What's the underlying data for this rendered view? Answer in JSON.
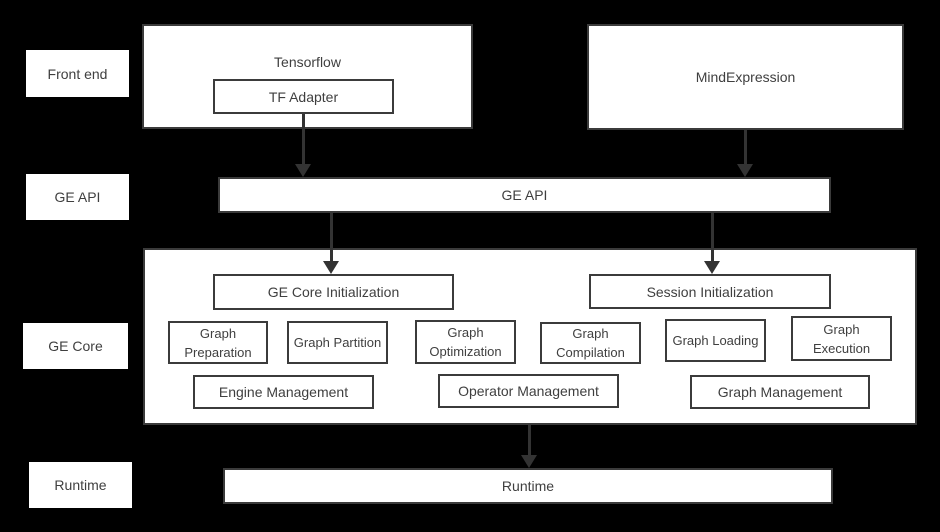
{
  "side_labels": {
    "front_end": "Front end",
    "ge_api": "GE API",
    "ge_core": "GE Core",
    "runtime": "Runtime"
  },
  "front_end": {
    "tensorflow": "Tensorflow",
    "tf_adapter": "TF Adapter",
    "mindexpression": "MindExpression"
  },
  "ge_api": {
    "label": "GE API"
  },
  "ge_core": {
    "init": [
      "GE Core Initialization",
      "Session Initialization"
    ],
    "stages": [
      "Graph Preparation",
      "Graph Partition",
      "Graph Optimization",
      "Graph Compilation",
      "Graph Loading",
      "Graph Execution"
    ],
    "management": [
      "Engine Management",
      "Operator Management",
      "Graph Management"
    ]
  },
  "runtime": {
    "label": "Runtime"
  },
  "colors": {
    "background": "#000000",
    "box_fill": "#ffffff",
    "box_border": "#3b3b3b",
    "text": "#3f3f3f",
    "arrow": "#333333"
  }
}
